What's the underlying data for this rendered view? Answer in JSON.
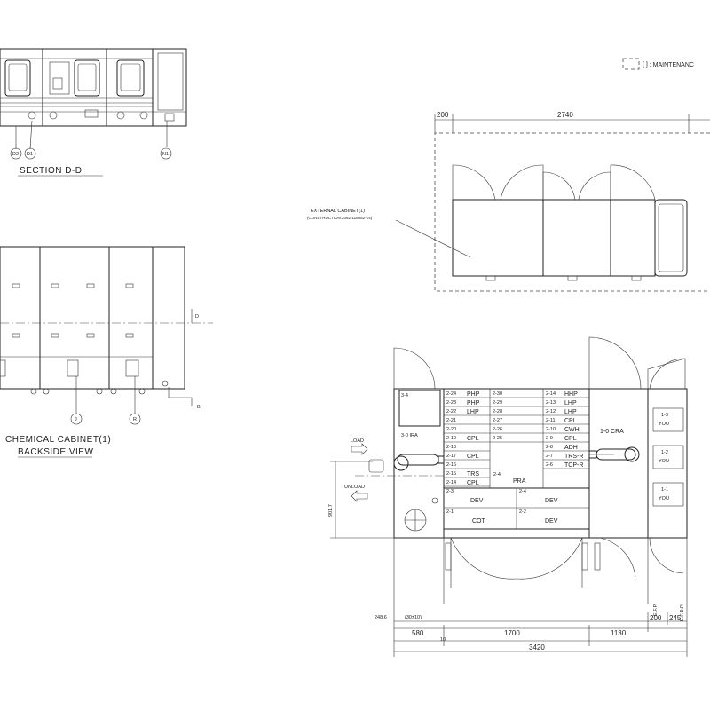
{
  "legend": {
    "label": "[ ] : MAINTENANC"
  },
  "section_dd": {
    "title": "SECTION D-D",
    "callouts": [
      "D2",
      "D1",
      "N1"
    ]
  },
  "chemical_cabinet": {
    "title_line1": "CHEMICAL CABINET(1)",
    "title_line2": "BACKSIDE VIEW",
    "callouts": [
      "J",
      "R"
    ],
    "tags": [
      "D",
      "B"
    ]
  },
  "external_cabinet": {
    "label_line1": "EXTERNAL CABINET(1)",
    "label_line2": "(CONSTRUCTION:2062-116082-14)",
    "dim_left": "200",
    "dim_main": "2740"
  },
  "layout": {
    "block_3_4": {
      "id": "3-4",
      "label": "3-0 IRA"
    },
    "units_left": [
      {
        "id": "2-24",
        "name": "PHP"
      },
      {
        "id": "2-23",
        "name": "PHP"
      },
      {
        "id": "2-22",
        "name": "LHP"
      },
      {
        "id": "2-21",
        "name": ""
      },
      {
        "id": "2-20",
        "name": ""
      },
      {
        "id": "2-19",
        "name": "CPL"
      },
      {
        "id": "2-18",
        "name": ""
      },
      {
        "id": "2-17",
        "name": "CPL"
      },
      {
        "id": "2-16",
        "name": ""
      },
      {
        "id": "2-15",
        "name": "TRS"
      },
      {
        "id": "2-14",
        "name": "CPL"
      }
    ],
    "units_mid": [
      {
        "id": "2-30",
        "name": ""
      },
      {
        "id": "2-29",
        "name": ""
      },
      {
        "id": "2-28",
        "name": ""
      },
      {
        "id": "2-27",
        "name": ""
      },
      {
        "id": "2-26",
        "name": ""
      },
      {
        "id": "2-25",
        "name": ""
      }
    ],
    "units_right": [
      {
        "id": "2-14",
        "name": "HHP"
      },
      {
        "id": "2-13",
        "name": "LHP"
      },
      {
        "id": "2-12",
        "name": "LHP"
      },
      {
        "id": "2-11",
        "name": "CPL"
      },
      {
        "id": "2-10",
        "name": "CWH"
      },
      {
        "id": "2-9",
        "name": "CPL"
      },
      {
        "id": "2-8",
        "name": "ADH"
      },
      {
        "id": "2-7",
        "name": "TRS-R"
      },
      {
        "id": "2-6",
        "name": "TCP-R"
      }
    ],
    "pra": {
      "id": "2-4",
      "name": "PRA"
    },
    "processes": [
      {
        "id": "2-3",
        "name": "DEV"
      },
      {
        "id": "2-4",
        "name": "DEV"
      },
      {
        "id": "2-1",
        "name": "COT"
      },
      {
        "id": "2-2",
        "name": "DEV"
      }
    ],
    "cra_label": "1-0 CRA",
    "ports": [
      {
        "id": "1-3",
        "name": "YOU"
      },
      {
        "id": "1-2",
        "name": "YOU"
      },
      {
        "id": "1-1",
        "name": "YOU"
      }
    ],
    "load_label": "LOAD",
    "unload_label": "UNLOAD",
    "efp1": "E.F.P.",
    "efp2": "E.F.D.P.",
    "dims": {
      "height": "901.7",
      "d248": "248.6",
      "d30": "(30±10)",
      "d580": "580",
      "d1700": "1700",
      "d1130": "1130",
      "d200": "200",
      "d245": "245",
      "d10": "10",
      "d3420": "3420"
    }
  }
}
